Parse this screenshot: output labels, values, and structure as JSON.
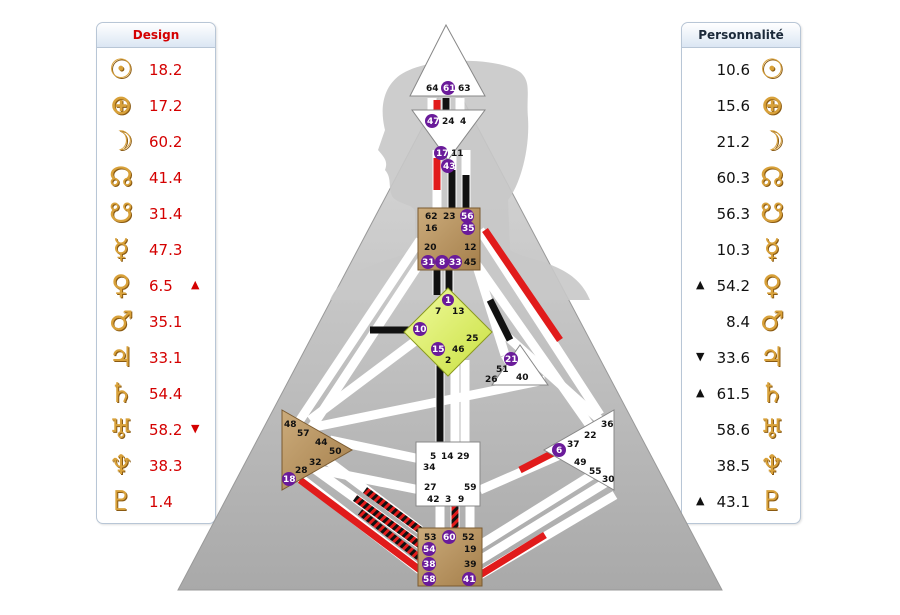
{
  "design": {
    "title": "Design",
    "rows": [
      {
        "planet": "sun-icon",
        "glyph": "☉",
        "value": "18.2",
        "mark": ""
      },
      {
        "planet": "earth-icon",
        "glyph": "⊕",
        "value": "17.2",
        "mark": ""
      },
      {
        "planet": "moon-icon",
        "glyph": "☽",
        "value": "60.2",
        "mark": ""
      },
      {
        "planet": "north-node-icon",
        "glyph": "☊",
        "value": "41.4",
        "mark": ""
      },
      {
        "planet": "south-node-icon",
        "glyph": "☋",
        "value": "31.4",
        "mark": ""
      },
      {
        "planet": "mercury-icon",
        "glyph": "☿",
        "value": "47.3",
        "mark": ""
      },
      {
        "planet": "venus-icon",
        "glyph": "♀",
        "value": "6.5",
        "mark": "▲"
      },
      {
        "planet": "mars-icon",
        "glyph": "♂",
        "value": "35.1",
        "mark": ""
      },
      {
        "planet": "jupiter-icon",
        "glyph": "♃",
        "value": "33.1",
        "mark": ""
      },
      {
        "planet": "saturn-icon",
        "glyph": "♄",
        "value": "54.4",
        "mark": ""
      },
      {
        "planet": "uranus-icon",
        "glyph": "♅",
        "value": "58.2",
        "mark": "▼"
      },
      {
        "planet": "neptune-icon",
        "glyph": "♆",
        "value": "38.3",
        "mark": ""
      },
      {
        "planet": "pluto-icon",
        "glyph": "♇",
        "value": "1.4",
        "mark": ""
      }
    ]
  },
  "personality": {
    "title": "Personnalité",
    "rows": [
      {
        "planet": "sun-icon",
        "glyph": "☉",
        "value": "10.6",
        "mark": ""
      },
      {
        "planet": "earth-icon",
        "glyph": "⊕",
        "value": "15.6",
        "mark": ""
      },
      {
        "planet": "moon-icon",
        "glyph": "☽",
        "value": "21.2",
        "mark": ""
      },
      {
        "planet": "north-node-icon",
        "glyph": "☊",
        "value": "60.3",
        "mark": ""
      },
      {
        "planet": "south-node-icon",
        "glyph": "☋",
        "value": "56.3",
        "mark": ""
      },
      {
        "planet": "mercury-icon",
        "glyph": "☿",
        "value": "10.3",
        "mark": ""
      },
      {
        "planet": "venus-icon",
        "glyph": "♀",
        "value": "54.2",
        "mark": "▲"
      },
      {
        "planet": "mars-icon",
        "glyph": "♂",
        "value": "8.4",
        "mark": ""
      },
      {
        "planet": "jupiter-icon",
        "glyph": "♃",
        "value": "33.6",
        "mark": "▼"
      },
      {
        "planet": "saturn-icon",
        "glyph": "♄",
        "value": "61.5",
        "mark": "▲"
      },
      {
        "planet": "uranus-icon",
        "glyph": "♅",
        "value": "58.6",
        "mark": ""
      },
      {
        "planet": "neptune-icon",
        "glyph": "♆",
        "value": "38.5",
        "mark": ""
      },
      {
        "planet": "pluto-icon",
        "glyph": "♇",
        "value": "43.1",
        "mark": "▲"
      }
    ]
  },
  "bodygraph": {
    "colors": {
      "design": "#e11b1b",
      "personality": "#111111",
      "defined_center": "#b99563",
      "g_center": "#dff36a",
      "open_center": "#ffffff",
      "gate_badge": "#6a1b9a",
      "background": "#b4b4b4"
    },
    "centers": [
      {
        "name": "head",
        "defined": false,
        "gates": [
          {
            "num": "64",
            "active": false
          },
          {
            "num": "61",
            "active": true
          },
          {
            "num": "63",
            "active": false
          }
        ]
      },
      {
        "name": "ajna",
        "defined": false,
        "gates": [
          {
            "num": "47",
            "active": true
          },
          {
            "num": "24",
            "active": false
          },
          {
            "num": "4",
            "active": false
          },
          {
            "num": "17",
            "active": true
          },
          {
            "num": "11",
            "active": false
          },
          {
            "num": "43",
            "active": true
          }
        ]
      },
      {
        "name": "throat",
        "defined": true,
        "gates": [
          {
            "num": "62",
            "active": false
          },
          {
            "num": "23",
            "active": false
          },
          {
            "num": "56",
            "active": true
          },
          {
            "num": "16",
            "active": false
          },
          {
            "num": "35",
            "active": true
          },
          {
            "num": "20",
            "active": false
          },
          {
            "num": "12",
            "active": false
          },
          {
            "num": "31",
            "active": true
          },
          {
            "num": "8",
            "active": true
          },
          {
            "num": "33",
            "active": true
          },
          {
            "num": "45",
            "active": false
          }
        ]
      },
      {
        "name": "g-center",
        "defined": true,
        "gates": [
          {
            "num": "1",
            "active": true
          },
          {
            "num": "7",
            "active": false
          },
          {
            "num": "13",
            "active": false
          },
          {
            "num": "10",
            "active": true
          },
          {
            "num": "25",
            "active": false
          },
          {
            "num": "15",
            "active": true
          },
          {
            "num": "46",
            "active": false
          },
          {
            "num": "2",
            "active": false
          }
        ]
      },
      {
        "name": "ego",
        "defined": false,
        "gates": [
          {
            "num": "21",
            "active": true
          },
          {
            "num": "51",
            "active": false
          },
          {
            "num": "26",
            "active": false
          },
          {
            "num": "40",
            "active": false
          }
        ]
      },
      {
        "name": "spleen",
        "defined": true,
        "gates": [
          {
            "num": "48",
            "active": false
          },
          {
            "num": "57",
            "active": false
          },
          {
            "num": "44",
            "active": false
          },
          {
            "num": "50",
            "active": false
          },
          {
            "num": "32",
            "active": false
          },
          {
            "num": "28",
            "active": false
          },
          {
            "num": "18",
            "active": true
          }
        ]
      },
      {
        "name": "sacral",
        "defined": false,
        "gates": [
          {
            "num": "5",
            "active": false
          },
          {
            "num": "14",
            "active": false
          },
          {
            "num": "29",
            "active": false
          },
          {
            "num": "34",
            "active": false
          },
          {
            "num": "27",
            "active": false
          },
          {
            "num": "59",
            "active": false
          },
          {
            "num": "42",
            "active": false
          },
          {
            "num": "3",
            "active": false
          },
          {
            "num": "9",
            "active": false
          }
        ]
      },
      {
        "name": "solar-plexus",
        "defined": false,
        "gates": [
          {
            "num": "36",
            "active": false
          },
          {
            "num": "22",
            "active": false
          },
          {
            "num": "37",
            "active": false
          },
          {
            "num": "6",
            "active": true
          },
          {
            "num": "49",
            "active": false
          },
          {
            "num": "55",
            "active": false
          },
          {
            "num": "30",
            "active": false
          }
        ]
      },
      {
        "name": "root",
        "defined": true,
        "gates": [
          {
            "num": "53",
            "active": false
          },
          {
            "num": "60",
            "active": true
          },
          {
            "num": "52",
            "active": false
          },
          {
            "num": "54",
            "active": true
          },
          {
            "num": "19",
            "active": false
          },
          {
            "num": "38",
            "active": true
          },
          {
            "num": "39",
            "active": false
          },
          {
            "num": "58",
            "active": true
          },
          {
            "num": "41",
            "active": true
          }
        ]
      }
    ]
  }
}
